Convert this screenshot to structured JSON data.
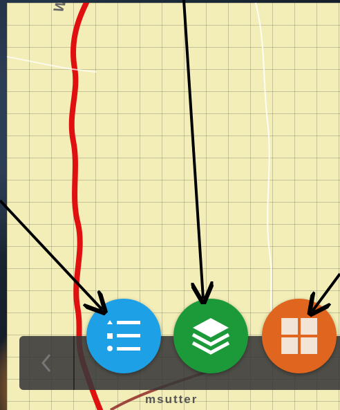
{
  "colors": {
    "legend": "#1ea0e6",
    "layers": "#1c9a3a",
    "basemap": "#e0651e",
    "route": "#e01010",
    "toolbar": "#373737"
  },
  "map": {
    "place_top": "Wa",
    "place_bottom": "msutter"
  },
  "toolbar": {
    "back_icon": "chevron-left-icon"
  },
  "buttons": [
    {
      "id": "legend",
      "icon": "list-icon"
    },
    {
      "id": "layers",
      "icon": "layers-icon"
    },
    {
      "id": "basemap",
      "icon": "grid-icon"
    }
  ]
}
